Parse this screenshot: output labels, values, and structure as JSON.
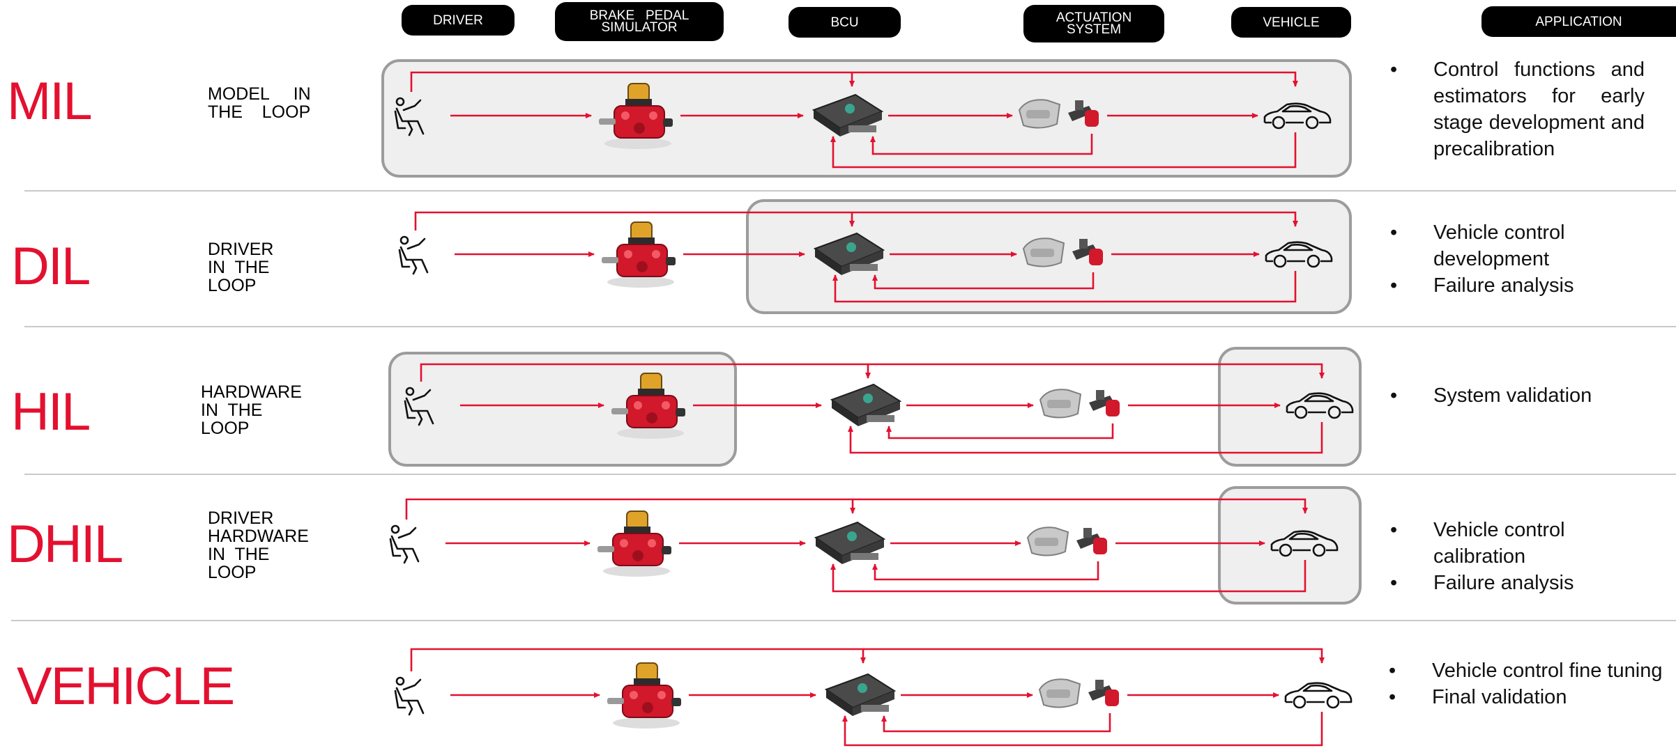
{
  "headers": {
    "driver": "DRIVER",
    "pedal": "BRAKE   PEDAL\nSIMULATOR",
    "bcu": "BCU",
    "actuation": "ACTUATION\nSYSTEM",
    "vehicle": "VEHICLE",
    "application": "APPLICATION"
  },
  "rows": [
    {
      "title": "MIL",
      "subtitle": "MODEL     IN\nTHE    LOOP",
      "applications": [
        "Control functions and estimators for early stage development and precalibration"
      ]
    },
    {
      "title": "DIL",
      "subtitle": "DRIVER\nIN  THE\nLOOP",
      "applications": [
        "Vehicle control development",
        "Failure analysis"
      ]
    },
    {
      "title": "HIL",
      "subtitle": "HARDWARE\nIN  THE\nLOOP",
      "applications": [
        "System validation"
      ]
    },
    {
      "title": "DHIL",
      "subtitle": "DRIVER\nHARDWARE\nIN  THE\nLOOP",
      "applications": [
        "Vehicle control calibration",
        "Failure analysis"
      ]
    },
    {
      "title": "VEHICLE",
      "subtitle": "",
      "applications": [
        "Vehicle control fine tuning",
        "Final validation"
      ]
    }
  ],
  "colors": {
    "accent": "#e3102f",
    "box_border": "#9c9c9c",
    "box_fill": "#efefef"
  }
}
